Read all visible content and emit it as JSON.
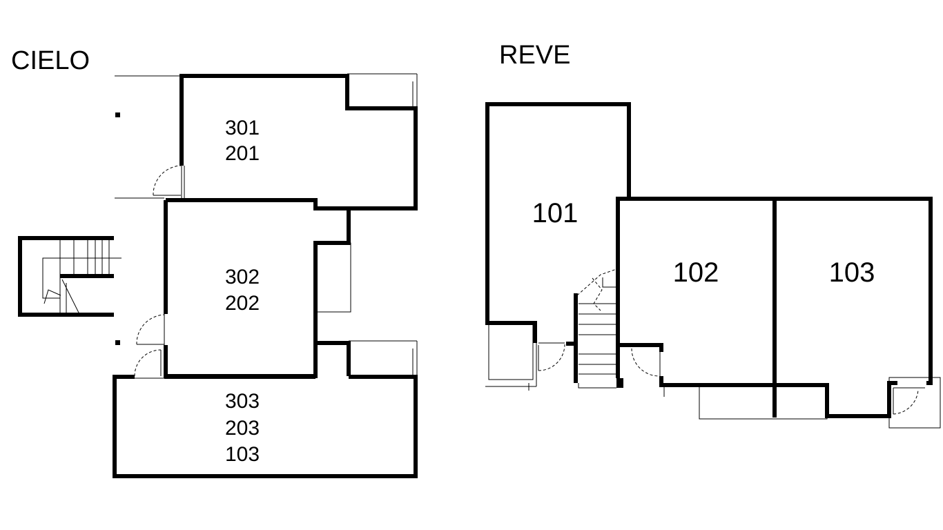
{
  "buildings": [
    {
      "name": "CIELO",
      "units": [
        {
          "labels": [
            "301",
            "201"
          ]
        },
        {
          "labels": [
            "302",
            "202"
          ]
        },
        {
          "labels": [
            "303",
            "203",
            "103"
          ]
        }
      ]
    },
    {
      "name": "REVE",
      "units": [
        {
          "labels": [
            "101"
          ]
        },
        {
          "labels": [
            "102"
          ]
        },
        {
          "labels": [
            "103"
          ]
        }
      ]
    }
  ]
}
